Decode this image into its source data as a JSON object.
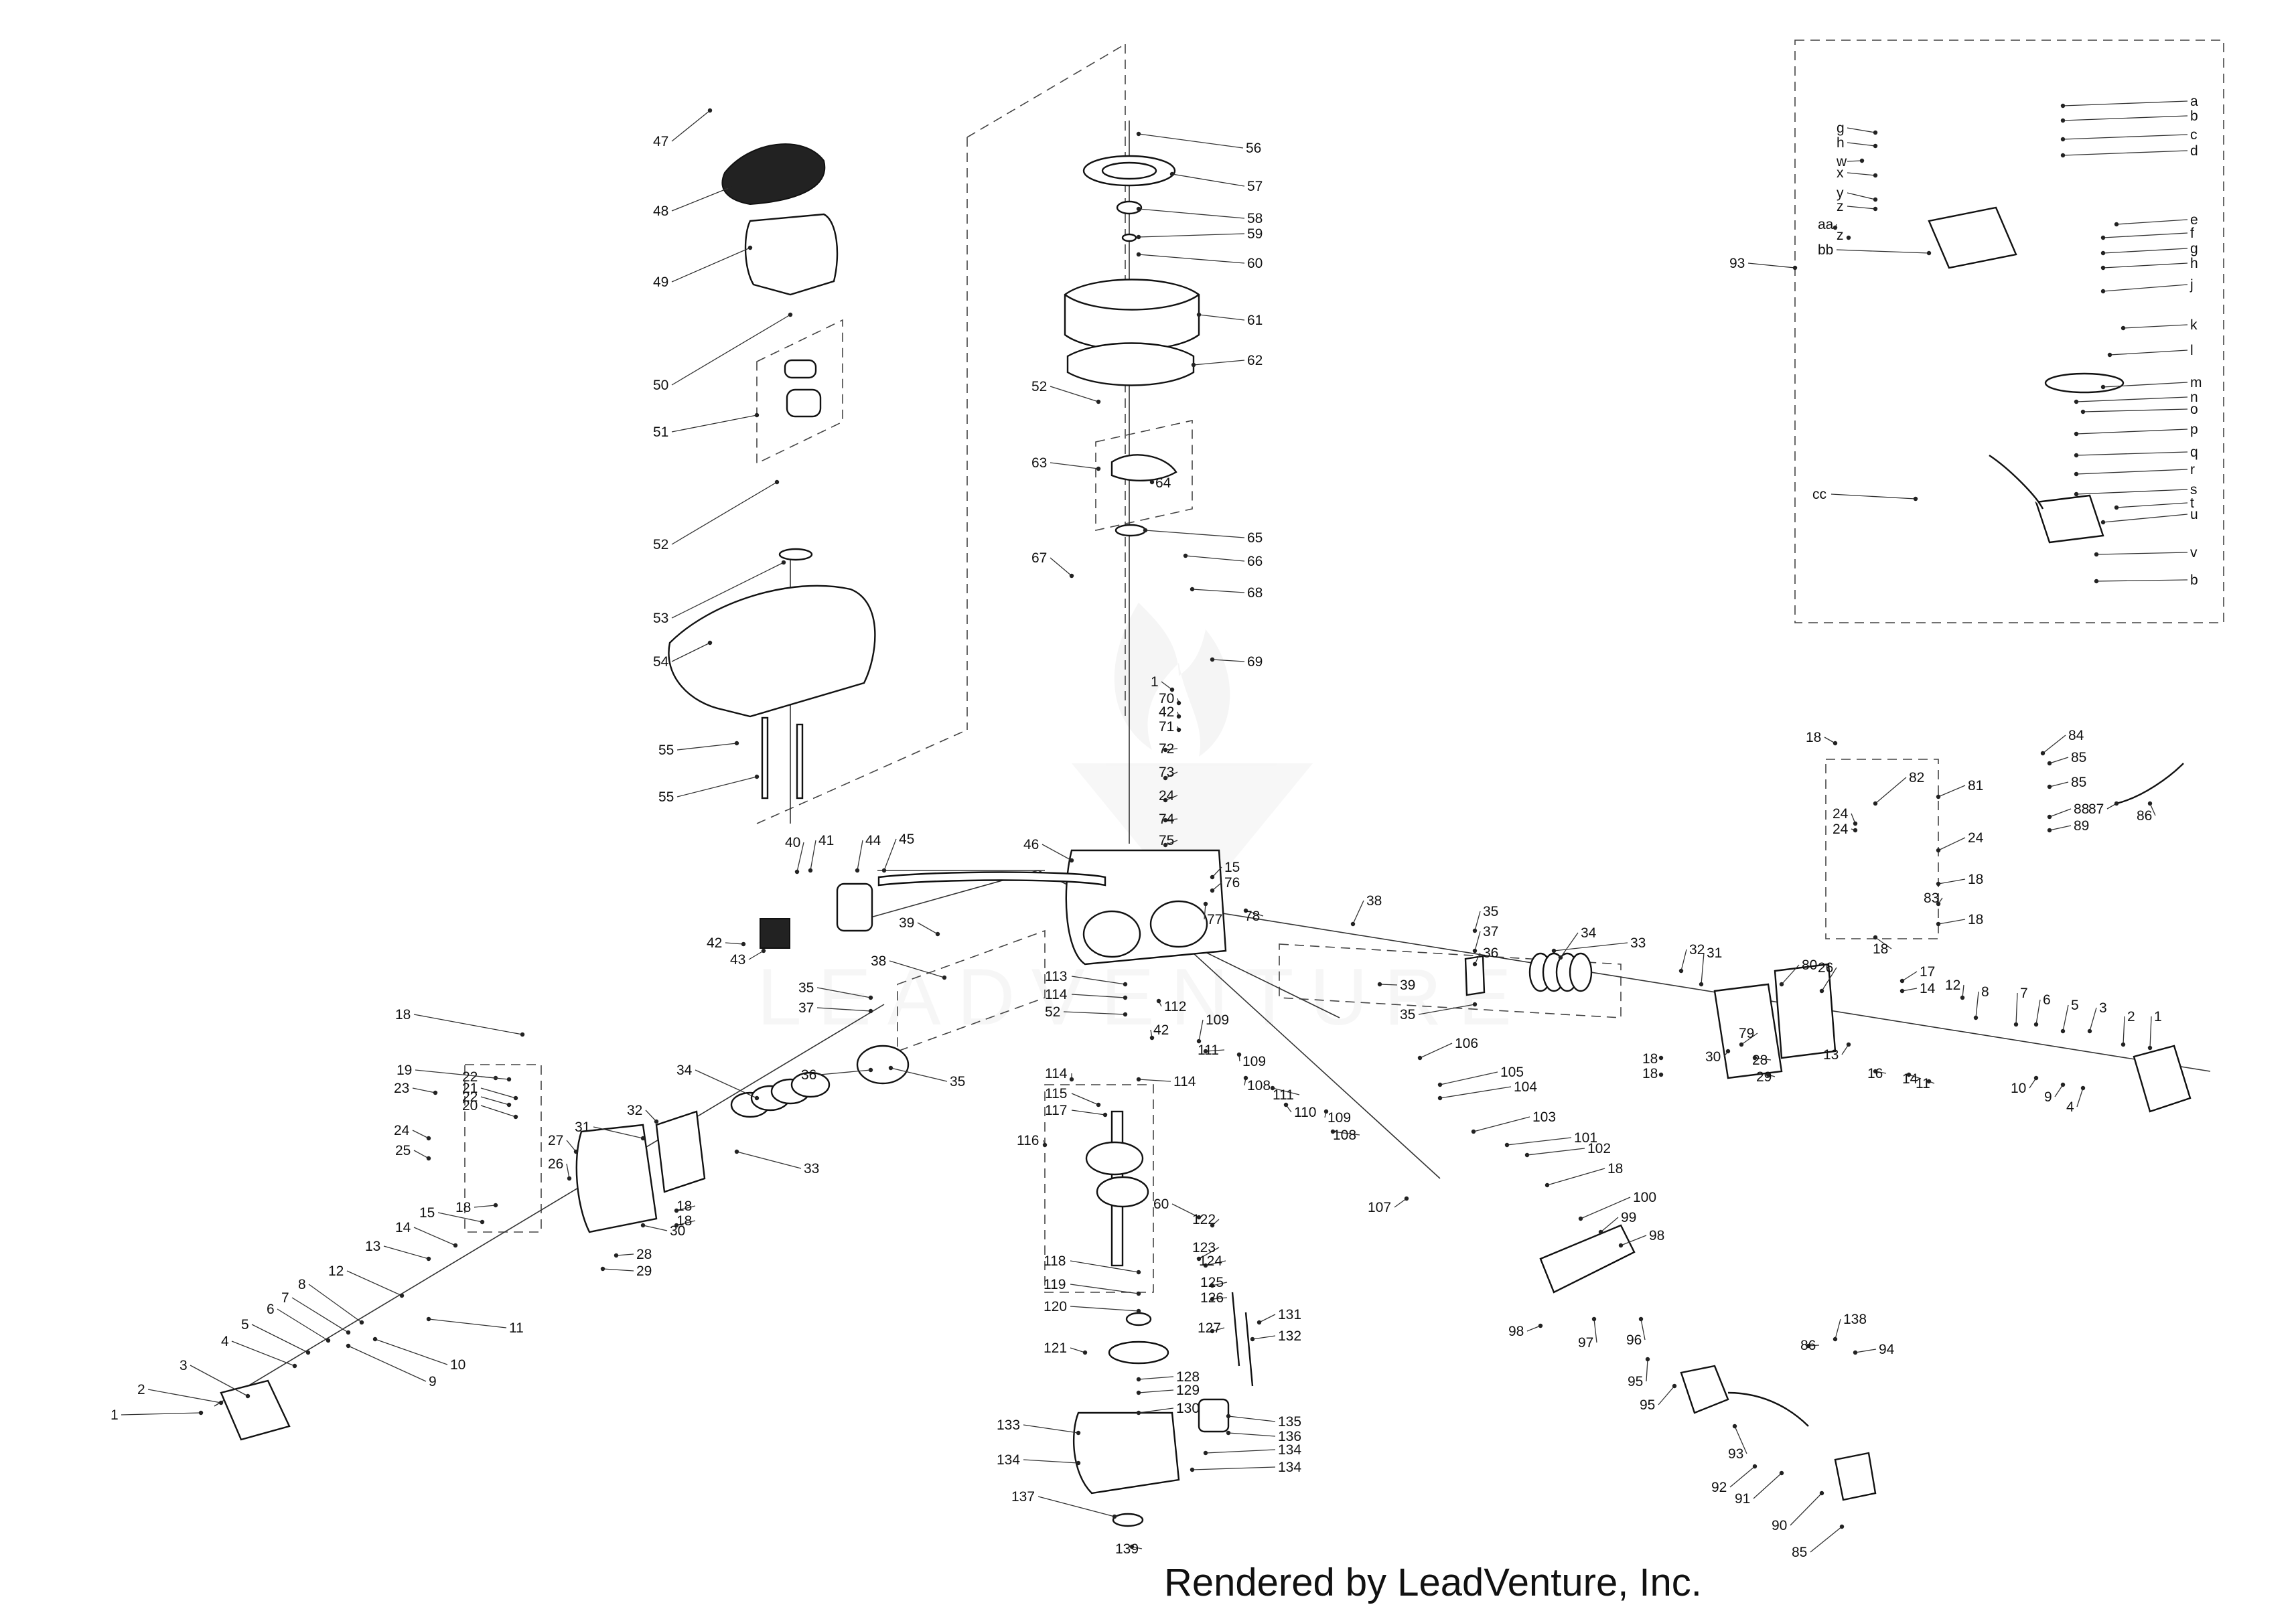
{
  "footer": {
    "text": "Rendered by LeadVenture, Inc."
  },
  "colors": {
    "ink": "#111111",
    "paper": "#ffffff",
    "watermark": "#e8e8e8"
  },
  "callouts": [
    {
      "t": "1"
    },
    {
      "t": "2"
    },
    {
      "t": "3"
    },
    {
      "t": "4"
    },
    {
      "t": "5"
    },
    {
      "t": "6"
    },
    {
      "t": "7"
    },
    {
      "t": "8"
    },
    {
      "t": "9"
    },
    {
      "t": "10"
    },
    {
      "t": "11"
    },
    {
      "t": "12"
    },
    {
      "t": "13"
    },
    {
      "t": "14"
    },
    {
      "t": "15"
    },
    {
      "t": "18"
    },
    {
      "t": "19"
    },
    {
      "t": "20"
    },
    {
      "t": "21"
    },
    {
      "t": "22"
    },
    {
      "t": "22"
    },
    {
      "t": "23"
    },
    {
      "t": "24"
    },
    {
      "t": "25"
    },
    {
      "t": "26"
    },
    {
      "t": "27"
    },
    {
      "t": "28"
    },
    {
      "t": "29"
    },
    {
      "t": "30"
    },
    {
      "t": "31"
    },
    {
      "t": "32"
    },
    {
      "t": "33"
    },
    {
      "t": "34"
    },
    {
      "t": "35"
    },
    {
      "t": "36"
    },
    {
      "t": "37"
    },
    {
      "t": "38"
    },
    {
      "t": "35"
    },
    {
      "t": "18"
    },
    {
      "t": "18"
    },
    {
      "t": "18"
    },
    {
      "t": "39"
    },
    {
      "t": "40"
    },
    {
      "t": "41"
    },
    {
      "t": "42"
    },
    {
      "t": "43"
    },
    {
      "t": "44"
    },
    {
      "t": "45"
    },
    {
      "t": "46"
    },
    {
      "t": "47"
    },
    {
      "t": "48"
    },
    {
      "t": "49"
    },
    {
      "t": "50"
    },
    {
      "t": "51"
    },
    {
      "t": "52"
    },
    {
      "t": "53"
    },
    {
      "t": "54"
    },
    {
      "t": "55"
    },
    {
      "t": "55"
    },
    {
      "t": "56"
    },
    {
      "t": "57"
    },
    {
      "t": "58"
    },
    {
      "t": "59"
    },
    {
      "t": "60"
    },
    {
      "t": "61"
    },
    {
      "t": "62"
    },
    {
      "t": "52"
    },
    {
      "t": "63"
    },
    {
      "t": "64"
    },
    {
      "t": "65"
    },
    {
      "t": "66"
    },
    {
      "t": "67"
    },
    {
      "t": "68"
    },
    {
      "t": "69"
    },
    {
      "t": "1"
    },
    {
      "t": "70"
    },
    {
      "t": "42"
    },
    {
      "t": "71"
    },
    {
      "t": "72"
    },
    {
      "t": "73"
    },
    {
      "t": "24"
    },
    {
      "t": "74"
    },
    {
      "t": "75"
    },
    {
      "t": "15"
    },
    {
      "t": "76"
    },
    {
      "t": "77"
    },
    {
      "t": "78"
    },
    {
      "t": "38"
    },
    {
      "t": "35"
    },
    {
      "t": "37"
    },
    {
      "t": "36"
    },
    {
      "t": "34"
    },
    {
      "t": "39"
    },
    {
      "t": "35"
    },
    {
      "t": "113"
    },
    {
      "t": "114"
    },
    {
      "t": "52"
    },
    {
      "t": "112"
    },
    {
      "t": "42"
    },
    {
      "t": "109"
    },
    {
      "t": "111"
    },
    {
      "t": "109"
    },
    {
      "t": "108"
    },
    {
      "t": "111"
    },
    {
      "t": "110"
    },
    {
      "t": "109"
    },
    {
      "t": "108"
    },
    {
      "t": "115"
    },
    {
      "t": "114"
    },
    {
      "t": "114"
    },
    {
      "t": "117"
    },
    {
      "t": "116"
    },
    {
      "t": "60"
    },
    {
      "t": "122"
    },
    {
      "t": "123"
    },
    {
      "t": "124"
    },
    {
      "t": "118"
    },
    {
      "t": "119"
    },
    {
      "t": "125"
    },
    {
      "t": "126"
    },
    {
      "t": "120"
    },
    {
      "t": "131"
    },
    {
      "t": "127"
    },
    {
      "t": "132"
    },
    {
      "t": "121"
    },
    {
      "t": "128"
    },
    {
      "t": "129"
    },
    {
      "t": "130"
    },
    {
      "t": "133"
    },
    {
      "t": "135"
    },
    {
      "t": "136"
    },
    {
      "t": "134"
    },
    {
      "t": "134"
    },
    {
      "t": "134"
    },
    {
      "t": "137"
    },
    {
      "t": "139"
    },
    {
      "t": "106"
    },
    {
      "t": "105"
    },
    {
      "t": "104"
    },
    {
      "t": "103"
    },
    {
      "t": "101"
    },
    {
      "t": "102"
    },
    {
      "t": "107"
    },
    {
      "t": "18"
    },
    {
      "t": "100"
    },
    {
      "t": "99"
    },
    {
      "t": "98"
    },
    {
      "t": "98"
    },
    {
      "t": "97"
    },
    {
      "t": "96"
    },
    {
      "t": "95"
    },
    {
      "t": "95"
    },
    {
      "t": "93"
    },
    {
      "t": "92"
    },
    {
      "t": "91"
    },
    {
      "t": "90"
    },
    {
      "t": "85"
    },
    {
      "t": "86"
    },
    {
      "t": "94"
    },
    {
      "t": "138"
    },
    {
      "t": "33"
    },
    {
      "t": "32"
    },
    {
      "t": "31"
    },
    {
      "t": "80"
    },
    {
      "t": "26"
    },
    {
      "t": "79"
    },
    {
      "t": "30"
    },
    {
      "t": "28"
    },
    {
      "t": "29"
    },
    {
      "t": "18"
    },
    {
      "t": "18"
    },
    {
      "t": "13"
    },
    {
      "t": "16"
    },
    {
      "t": "14"
    },
    {
      "t": "17"
    },
    {
      "t": "14"
    },
    {
      "t": "11"
    },
    {
      "t": "12"
    },
    {
      "t": "8"
    },
    {
      "t": "7"
    },
    {
      "t": "6"
    },
    {
      "t": "5"
    },
    {
      "t": "3"
    },
    {
      "t": "2"
    },
    {
      "t": "1"
    },
    {
      "t": "10"
    },
    {
      "t": "9"
    },
    {
      "t": "4"
    },
    {
      "t": "18"
    },
    {
      "t": "24"
    },
    {
      "t": "24"
    },
    {
      "t": "82"
    },
    {
      "t": "81"
    },
    {
      "t": "24"
    },
    {
      "t": "18"
    },
    {
      "t": "83"
    },
    {
      "t": "18"
    },
    {
      "t": "18"
    },
    {
      "t": "84"
    },
    {
      "t": "85"
    },
    {
      "t": "85"
    },
    {
      "t": "88"
    },
    {
      "t": "89"
    },
    {
      "t": "87"
    },
    {
      "t": "86"
    },
    {
      "t": "93"
    },
    {
      "t": "g"
    },
    {
      "t": "h"
    },
    {
      "t": "w"
    },
    {
      "t": "x"
    },
    {
      "t": "y"
    },
    {
      "t": "z"
    },
    {
      "t": "aa"
    },
    {
      "t": "z"
    },
    {
      "t": "bb"
    },
    {
      "t": "a"
    },
    {
      "t": "b"
    },
    {
      "t": "c"
    },
    {
      "t": "d"
    },
    {
      "t": "e"
    },
    {
      "t": "f"
    },
    {
      "t": "g"
    },
    {
      "t": "h"
    },
    {
      "t": "j"
    },
    {
      "t": "k"
    },
    {
      "t": "l"
    },
    {
      "t": "m"
    },
    {
      "t": "n"
    },
    {
      "t": "o"
    },
    {
      "t": "p"
    },
    {
      "t": "q"
    },
    {
      "t": "r"
    },
    {
      "t": "s"
    },
    {
      "t": "cc"
    },
    {
      "t": "t"
    },
    {
      "t": "u"
    },
    {
      "t": "v"
    },
    {
      "t": "b"
    }
  ]
}
